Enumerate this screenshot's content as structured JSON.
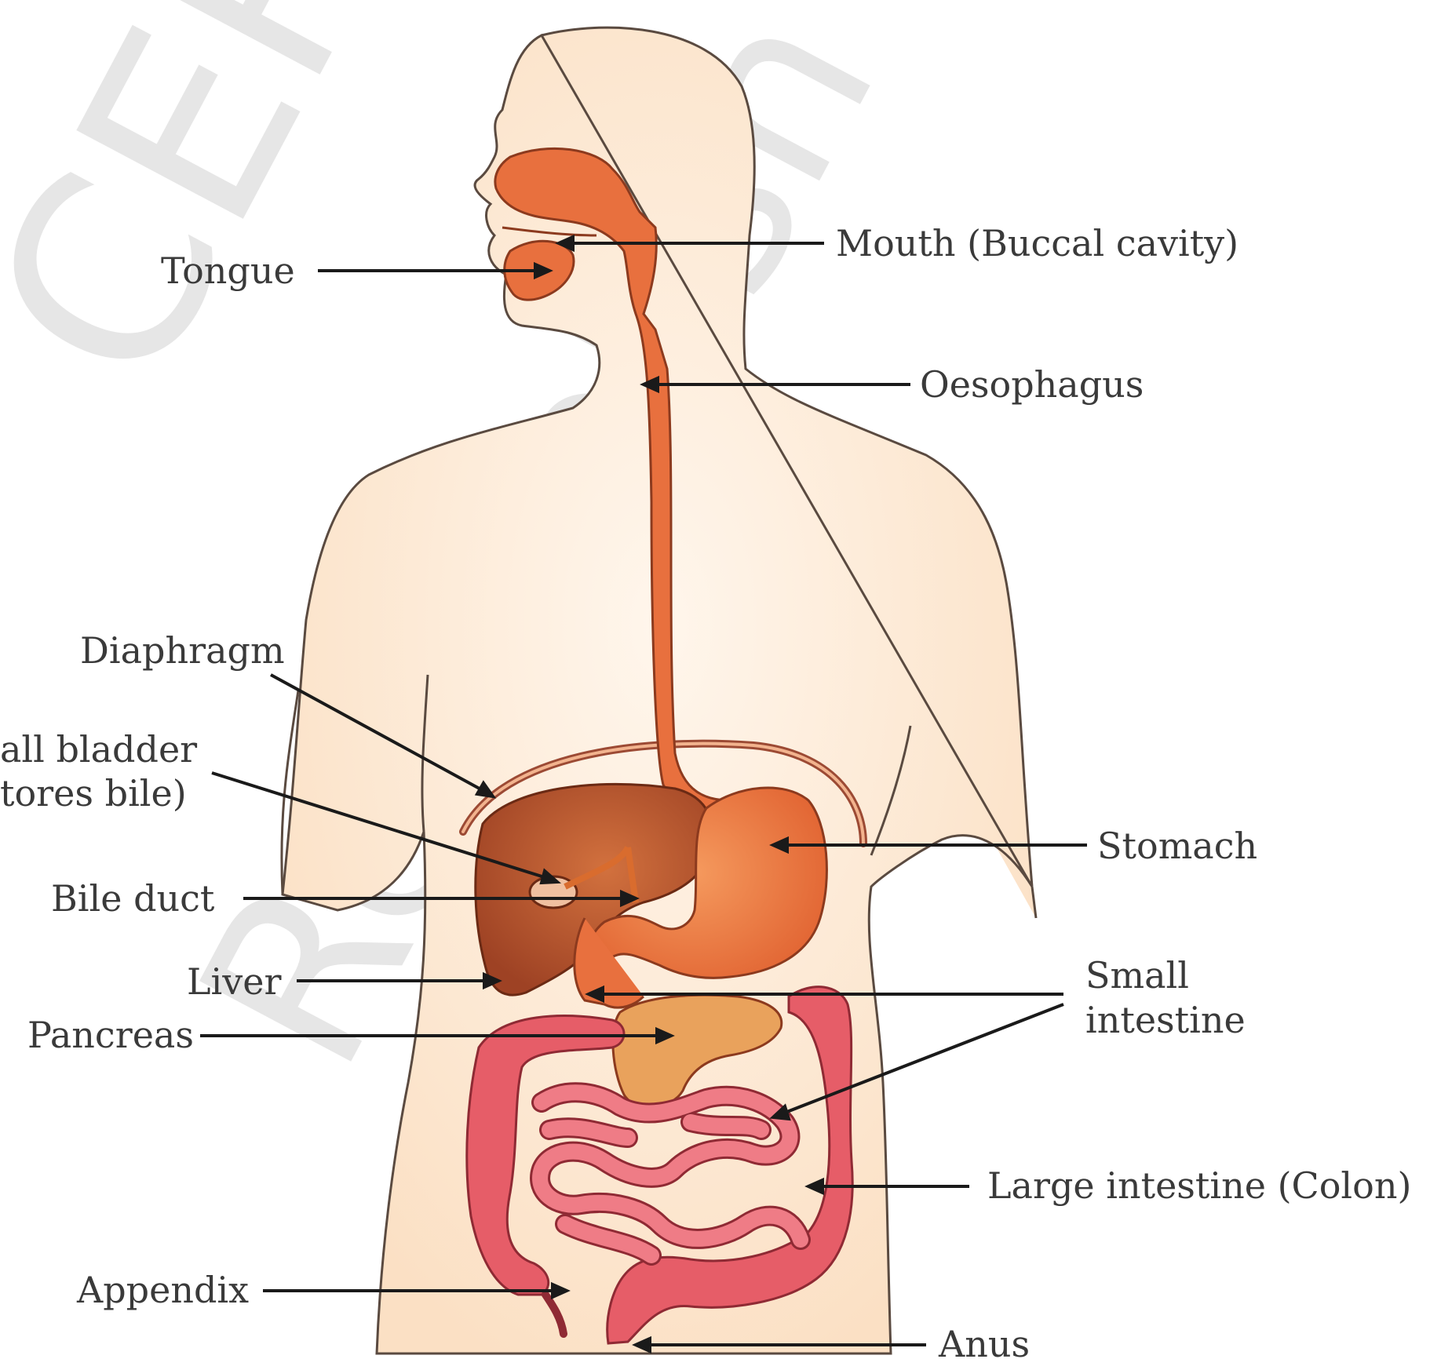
{
  "watermark": {
    "text": "CERT",
    "text2": "Republish",
    "color": "#e6e6e6"
  },
  "colors": {
    "skin": "#fbe6cf",
    "skin_outline": "#5a4a40",
    "digestive_tract": "#e8703e",
    "liver": "#b8532a",
    "pancreas": "#e9a25c",
    "intestine": "#e65d68",
    "label_text": "#3a3a3a",
    "pointer_line": "#1a1a1a"
  },
  "labels": {
    "mouth": "Mouth (Buccal cavity)",
    "tongue": "Tongue",
    "oesophagus": "Oesophagus",
    "diaphragm": "Diaphragm",
    "gall_bladder_line1": "all bladder",
    "gall_bladder_line2": "tores bile)",
    "stomach": "Stomach",
    "bile_duct": "Bile duct",
    "liver": "Liver",
    "small_intestine_line1": "Small",
    "small_intestine_line2": "intestine",
    "pancreas": "Pancreas",
    "large_intestine": "Large intestine (Colon)",
    "appendix": "Appendix",
    "anus": "Anus"
  }
}
